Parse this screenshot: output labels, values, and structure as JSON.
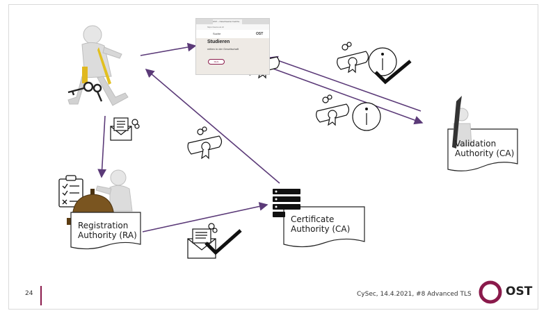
{
  "slide": {
    "page_number": "24",
    "footer_text": "CySec, 14.4.2021, #8 Advanced TLS",
    "logo_text": "OST",
    "brand_color": "#8a1a4b",
    "arrow_color": "#5b3a78"
  },
  "nodes": {
    "ra": {
      "label_line1": "Registration",
      "label_line2": "Authority (RA)"
    },
    "ca": {
      "label_line1": "Certificate",
      "label_line2": "Authority (CA)"
    },
    "va": {
      "label_line1": "Validation",
      "label_line2": "Authority (CA)"
    }
  },
  "browser": {
    "tab_title": "OST – Ostschweizer Fachho",
    "url": "https://www.ost.ch",
    "search_label": "Suche",
    "logo_text": "OST",
    "headline": "Studieren",
    "subline": "mitten in der Gesellschaft",
    "button_label": "Mehr"
  },
  "icons": [
    "user-with-keys-icon",
    "envelope-certificate-icon",
    "certificate-icon",
    "certificate-info-icon",
    "checkmark-icon",
    "server-stack-icon",
    "clipboard-checklist-icon",
    "reception-bell-icon",
    "pen-signing-icon"
  ]
}
